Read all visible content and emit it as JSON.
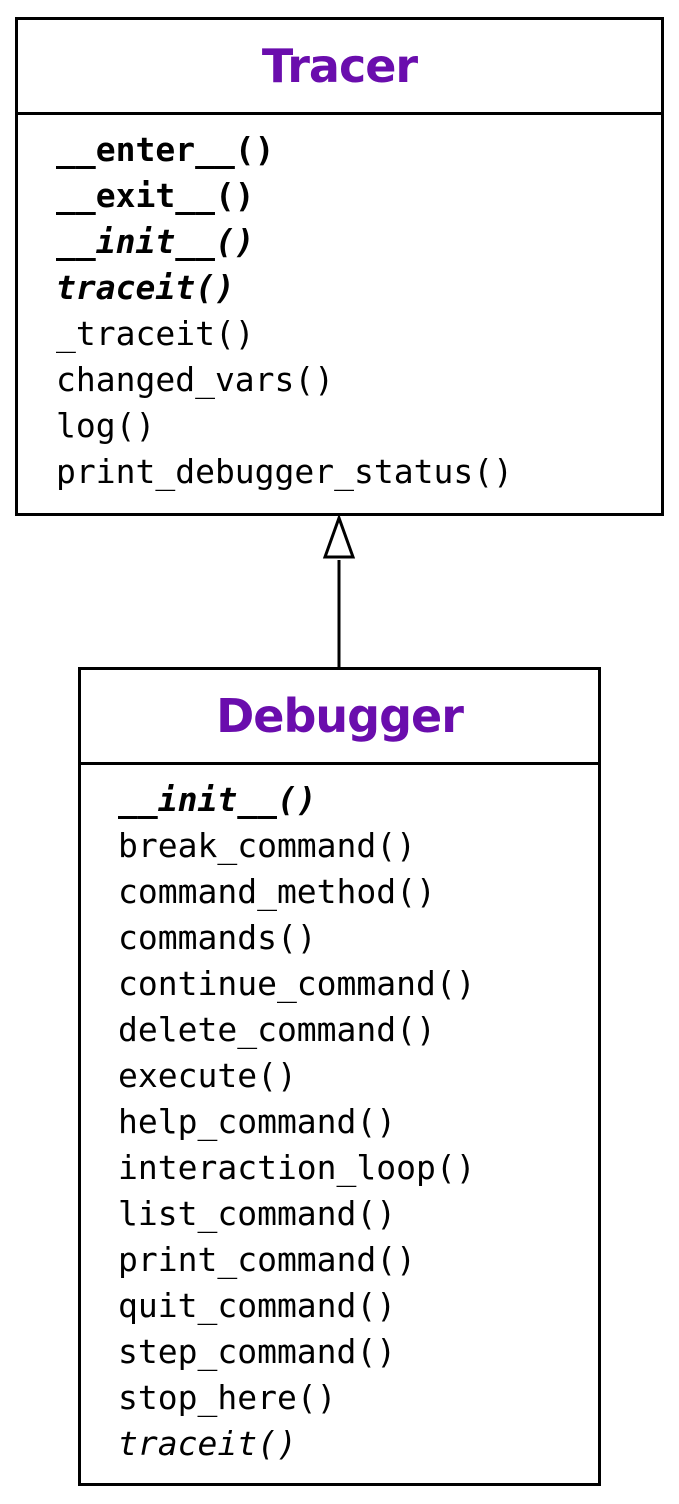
{
  "diagram": {
    "type": "uml-class-diagram",
    "title_color": "#6a0dad",
    "classes": [
      {
        "id": "tracer",
        "name": "Tracer",
        "methods": [
          {
            "label": "__enter__()",
            "bold": true,
            "italic": false
          },
          {
            "label": "__exit__()",
            "bold": true,
            "italic": false
          },
          {
            "label": "__init__()",
            "bold": true,
            "italic": true
          },
          {
            "label": "traceit()",
            "bold": true,
            "italic": true
          },
          {
            "label": "_traceit()",
            "bold": false,
            "italic": false
          },
          {
            "label": "changed_vars()",
            "bold": false,
            "italic": false
          },
          {
            "label": "log()",
            "bold": false,
            "italic": false
          },
          {
            "label": "print_debugger_status()",
            "bold": false,
            "italic": false
          }
        ]
      },
      {
        "id": "debugger",
        "name": "Debugger",
        "methods": [
          {
            "label": "__init__()",
            "bold": true,
            "italic": true
          },
          {
            "label": "break_command()",
            "bold": false,
            "italic": false
          },
          {
            "label": "command_method()",
            "bold": false,
            "italic": false
          },
          {
            "label": "commands()",
            "bold": false,
            "italic": false
          },
          {
            "label": "continue_command()",
            "bold": false,
            "italic": false
          },
          {
            "label": "delete_command()",
            "bold": false,
            "italic": false
          },
          {
            "label": "execute()",
            "bold": false,
            "italic": false
          },
          {
            "label": "help_command()",
            "bold": false,
            "italic": false
          },
          {
            "label": "interaction_loop()",
            "bold": false,
            "italic": false
          },
          {
            "label": "list_command()",
            "bold": false,
            "italic": false
          },
          {
            "label": "print_command()",
            "bold": false,
            "italic": false
          },
          {
            "label": "quit_command()",
            "bold": false,
            "italic": false
          },
          {
            "label": "step_command()",
            "bold": false,
            "italic": false
          },
          {
            "label": "stop_here()",
            "bold": false,
            "italic": false
          },
          {
            "label": "traceit()",
            "bold": false,
            "italic": true
          }
        ]
      }
    ],
    "relations": [
      {
        "type": "inheritance",
        "from": "debugger",
        "to": "tracer"
      }
    ]
  }
}
